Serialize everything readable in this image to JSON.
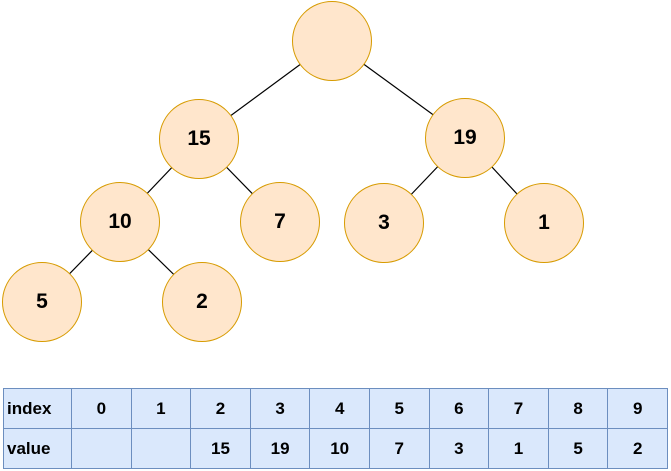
{
  "diagram": {
    "description_colors": {
      "node_fill": "#ffe6cc",
      "node_stroke": "#d79b00",
      "edge_color": "#000000",
      "table_fill": "#dae8fc",
      "table_stroke": "#6c8ebf",
      "text_color": "#000000",
      "background": "#ffffff"
    },
    "tree": {
      "nodes": [
        {
          "id": "root",
          "label": ""
        },
        {
          "id": "n15",
          "label": "15"
        },
        {
          "id": "n19",
          "label": "19"
        },
        {
          "id": "n10",
          "label": "10"
        },
        {
          "id": "n7",
          "label": "7"
        },
        {
          "id": "n3",
          "label": "3"
        },
        {
          "id": "n1",
          "label": "1"
        },
        {
          "id": "n5",
          "label": "5"
        },
        {
          "id": "n2",
          "label": "2"
        }
      ],
      "edges": [
        {
          "from": "root",
          "to": "n15"
        },
        {
          "from": "root",
          "to": "n19"
        },
        {
          "from": "n15",
          "to": "n10"
        },
        {
          "from": "n15",
          "to": "n7"
        },
        {
          "from": "n19",
          "to": "n3"
        },
        {
          "from": "n19",
          "to": "n1"
        },
        {
          "from": "n10",
          "to": "n5"
        },
        {
          "from": "n10",
          "to": "n2"
        }
      ]
    },
    "array_table": {
      "row_headers": [
        "index",
        "value"
      ],
      "index_row": [
        "0",
        "1",
        "2",
        "3",
        "4",
        "5",
        "6",
        "7",
        "8",
        "9"
      ],
      "value_row": [
        "",
        "",
        "15",
        "19",
        "10",
        "7",
        "3",
        "1",
        "5",
        "2"
      ]
    }
  }
}
